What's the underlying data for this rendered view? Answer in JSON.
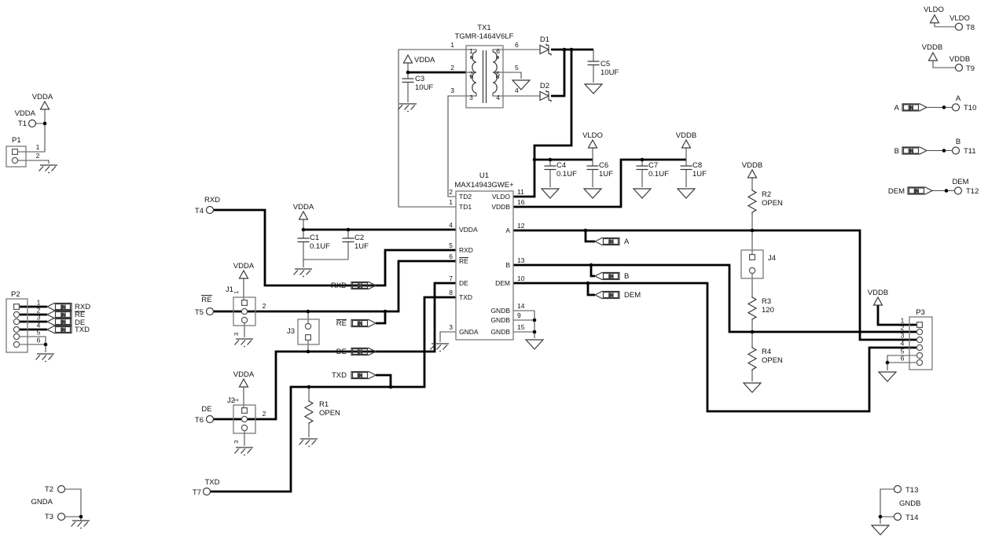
{
  "labels": {
    "vdda": "VDDA",
    "vldo": "VLDO",
    "vddb": "VDDB",
    "gnda": "GNDA",
    "gndb": "GNDB",
    "in": "IN",
    "rxd": "RXD",
    "re": "RE",
    "de": "DE",
    "txd": "TXD",
    "a": "A",
    "b": "B",
    "dem": "DEM"
  },
  "components": {
    "p1": {
      "ref": "P1",
      "pin1": "1",
      "pin2": "2"
    },
    "p2": {
      "ref": "P2",
      "pins": [
        "1",
        "2",
        "3",
        "4",
        "5",
        "6"
      ]
    },
    "p3": {
      "ref": "P3",
      "pins": [
        "1",
        "2",
        "3",
        "4",
        "5",
        "6"
      ]
    },
    "j1": {
      "ref": "J1",
      "pin1": "1",
      "pin2": "2",
      "pin3": "3"
    },
    "j2": {
      "ref": "J2",
      "pin1": "1",
      "pin2": "2",
      "pin3": "3"
    },
    "j3": {
      "ref": "J3"
    },
    "j4": {
      "ref": "J4"
    },
    "tx1": {
      "ref": "TX1",
      "part": "TGMR-1464V6LF",
      "pins_left": [
        "1",
        "2",
        "3"
      ],
      "pins_right": [
        "6",
        "5",
        "4"
      ]
    },
    "u1": {
      "ref": "U1",
      "part": "MAX14943GWE+",
      "left_pins": [
        {
          "num": "2",
          "name": "TD2"
        },
        {
          "num": "1",
          "name": "TD1"
        },
        {
          "num": "4",
          "name": "VDDA"
        },
        {
          "num": "5",
          "name": "RXD"
        },
        {
          "num": "6",
          "name": "RE"
        },
        {
          "num": "7",
          "name": "DE"
        },
        {
          "num": "8",
          "name": "TXD"
        },
        {
          "num": "3",
          "name": "GNDA"
        }
      ],
      "right_pins": [
        {
          "num": "11",
          "name": "VLDO"
        },
        {
          "num": "16",
          "name": "VDDB"
        },
        {
          "num": "12",
          "name": "A"
        },
        {
          "num": "13",
          "name": "B"
        },
        {
          "num": "10",
          "name": "DEM"
        },
        {
          "num": "14",
          "name": "GNDB"
        },
        {
          "num": "9",
          "name": "GNDB"
        },
        {
          "num": "15",
          "name": "GNDB"
        }
      ]
    },
    "c1": {
      "ref": "C1",
      "value": "0.1UF"
    },
    "c2": {
      "ref": "C2",
      "value": "1UF"
    },
    "c3": {
      "ref": "C3",
      "value": "10UF"
    },
    "c4": {
      "ref": "C4",
      "value": "0.1UF"
    },
    "c5": {
      "ref": "C5",
      "value": "10UF"
    },
    "c6": {
      "ref": "C6",
      "value": "1UF"
    },
    "c7": {
      "ref": "C7",
      "value": "0.1UF"
    },
    "c8": {
      "ref": "C8",
      "value": "1UF"
    },
    "r1": {
      "ref": "R1",
      "value": "OPEN"
    },
    "r2": {
      "ref": "R2",
      "value": "OPEN"
    },
    "r3": {
      "ref": "R3",
      "value": "120"
    },
    "r4": {
      "ref": "R4",
      "value": "OPEN"
    },
    "d1": {
      "ref": "D1"
    },
    "d2": {
      "ref": "D2"
    }
  },
  "test_points": {
    "t1": "T1",
    "t2": "T2",
    "t3": "T3",
    "t4": "T4",
    "t5": "T5",
    "t6": "T6",
    "t7": "T7",
    "t8": "T8",
    "t9": "T9",
    "t10": "T10",
    "t11": "T11",
    "t12": "T12",
    "t13": "T13",
    "t14": "T14"
  }
}
